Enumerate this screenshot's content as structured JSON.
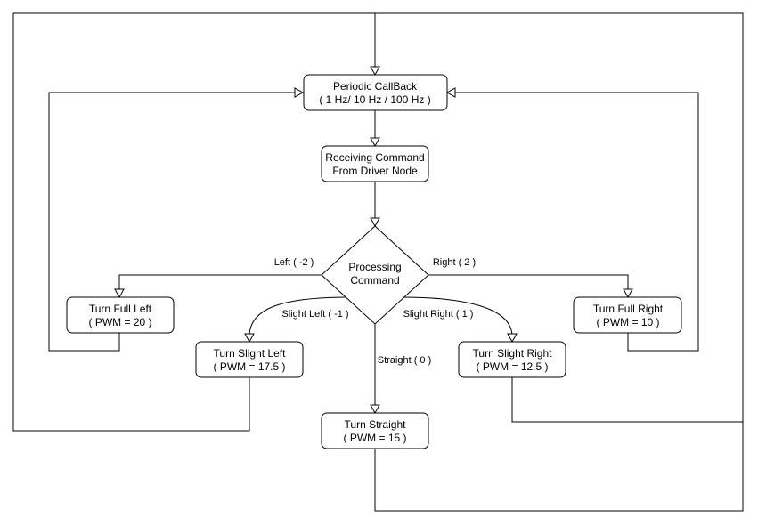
{
  "nodes": {
    "periodic": {
      "line1": "Periodic CallBack",
      "line2": "( 1 Hz/ 10 Hz / 100 Hz )"
    },
    "receive": {
      "line1": "Receiving Command",
      "line2": "From Driver Node"
    },
    "processing": {
      "line1": "Processing",
      "line2": "Command"
    },
    "full_left": {
      "line1": "Turn Full Left",
      "line2": "( PWM = 20 )"
    },
    "slight_left": {
      "line1": "Turn Slight Left",
      "line2": "( PWM = 17.5 )"
    },
    "straight": {
      "line1": "Turn Straight",
      "line2": "( PWM = 15 )"
    },
    "slight_right": {
      "line1": "Turn Slight Right",
      "line2": "( PWM = 12.5 )"
    },
    "full_right": {
      "line1": "Turn Full Right",
      "line2": "( PWM = 10 )"
    }
  },
  "edges": {
    "left": "Left ( -2 )",
    "right": "Right ( 2 )",
    "slight_left": "Slight Left ( -1 )",
    "slight_right": "Slight Right  ( 1 )",
    "straight": "Straight ( 0 )"
  }
}
